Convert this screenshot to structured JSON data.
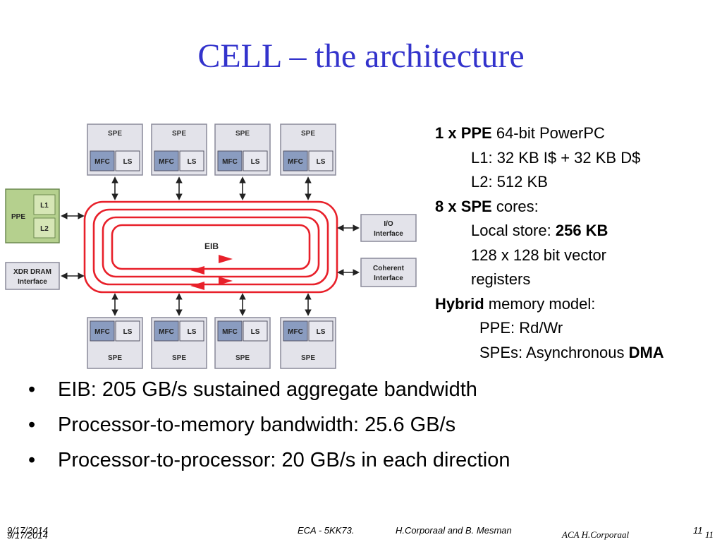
{
  "title": "CELL – the architecture",
  "diagram": {
    "spe_label": "SPE",
    "mfc_label": "MFC",
    "ls_label": "LS",
    "ppe_label": "PPE",
    "l1_label": "L1",
    "l2_label": "L2",
    "eib_label": "EIB",
    "xdr_line1": "XDR DRAM",
    "xdr_line2": "Interface",
    "io_line1": "I/O",
    "io_line2": "Interface",
    "coh_line1": "Coherent",
    "coh_line2": "Interface"
  },
  "spec": {
    "ppe_bold": "1 x PPE",
    "ppe_rest": " 64-bit PowerPC",
    "l1": "L1: 32 KB I$ + 32 KB D$",
    "l2": "L2: 512 KB",
    "spe_bold": "8 x SPE",
    "spe_rest": " cores:",
    "ls_text": "Local store: ",
    "ls_bold": "256 KB",
    "vec1": "128 x 128 bit vector",
    "vec2": "registers",
    "hybrid_bold": "Hybrid",
    "hybrid_rest": " memory model:",
    "ppe_rdwr": "PPE: Rd/Wr",
    "spes_async": "SPEs: Asynchronous ",
    "dma_bold": "DMA"
  },
  "bullets": [
    "EIB: 205 GB/s sustained aggregate bandwidth",
    "Processor-to-memory bandwidth: 25.6 GB/s",
    "Processor-to-processor: 20 GB/s in each direction"
  ],
  "bullet_char": "•",
  "footer": {
    "date": "9/17/2014",
    "date2": "9/17/2014",
    "course": "ECA - 5KK73.",
    "authors": "H.Corporaal and B. Mesman",
    "author2": "ACA H.Corporaal",
    "page": "11",
    "page2": "11"
  },
  "colors": {
    "title": "#3333cc",
    "box_fill": "#e3e3ea",
    "box_stroke": "#8a8a9a",
    "mfc_fill": "#8a9cc0",
    "ppe_fill": "#b5d08e",
    "l_fill": "#d6e6b6",
    "ring": "#e8202a"
  }
}
